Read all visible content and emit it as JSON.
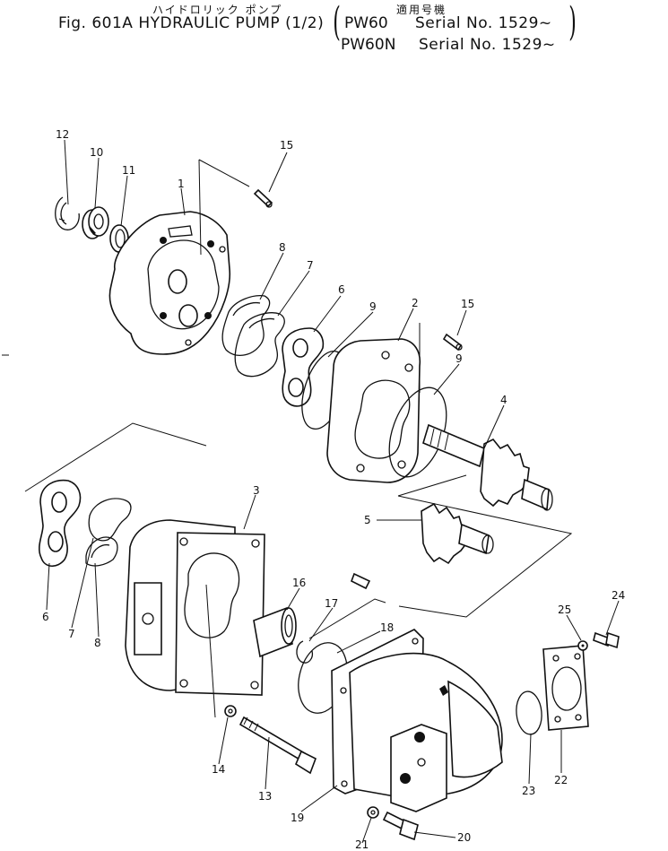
{
  "header": {
    "jp_title": "ハイドロリック ポンプ",
    "fig_title": "Fig. 601A  HYDRAULIC PUMP (1/2)",
    "applicability_label": "適用号機",
    "models": [
      {
        "model": "PW60",
        "serial": "Serial No. 1529~"
      },
      {
        "model": "PW60N",
        "serial": "Serial No. 1529~"
      }
    ]
  },
  "callouts": {
    "c12": "12",
    "c10": "10",
    "c11": "11",
    "c1": "1",
    "c15a": "15",
    "c8a": "8",
    "c7a": "7",
    "c6a": "6",
    "c9a": "9",
    "c2": "2",
    "c15b": "15",
    "c9b": "9",
    "c4": "4",
    "c5": "5",
    "c3": "3",
    "c6b": "6",
    "c7b": "7",
    "c8b": "8",
    "c16": "16",
    "c17": "17",
    "c18": "18",
    "c24": "24",
    "c25": "25",
    "c14": "14",
    "c13": "13",
    "c19": "19",
    "c23": "23",
    "c22": "22",
    "c21": "21",
    "c20": "20"
  }
}
